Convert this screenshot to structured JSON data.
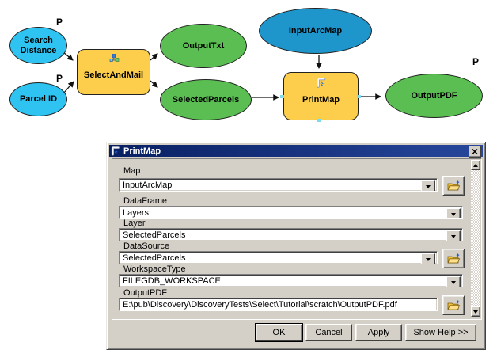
{
  "colors": {
    "parameter_oval": "#2fc3f2",
    "variable_oval": "#1e96cb",
    "output_oval": "#5abe52",
    "tool_box": "#fcce4b",
    "titlebar": "#0a246a",
    "dialog_bg": "#d4d0c8"
  },
  "diagram": {
    "nodes": {
      "search_distance": {
        "label": "Search Distance",
        "badge": "P"
      },
      "parcel_id": {
        "label": "Parcel ID",
        "badge": "P"
      },
      "select_and_mail": {
        "label": "SelectAndMail"
      },
      "output_txt": {
        "label": "OutputTxt"
      },
      "selected_parcels": {
        "label": "SelectedParcels"
      },
      "input_arcmap": {
        "label": "InputArcMap"
      },
      "print_map": {
        "label": "PrintMap"
      },
      "output_pdf": {
        "label": "OutputPDF",
        "badge": "P"
      }
    }
  },
  "dialog": {
    "title": "PrintMap",
    "fields": [
      {
        "label": "Map",
        "value": "InputArcMap"
      },
      {
        "label": "DataFrame",
        "value": "Layers"
      },
      {
        "label": "Layer",
        "value": "SelectedParcels"
      },
      {
        "label": "DataSource",
        "value": "SelectedParcels"
      },
      {
        "label": "WorkspaceType",
        "value": "FILEGDB_WORKSPACE"
      },
      {
        "label": "OutputPDF",
        "value": "E:\\pub\\Discovery\\DiscoveryTests\\Select\\Tutorial\\scratch\\OutputPDF.pdf"
      }
    ],
    "buttons": {
      "ok": "OK",
      "cancel": "Cancel",
      "apply": "Apply",
      "help": "Show Help >>"
    }
  }
}
